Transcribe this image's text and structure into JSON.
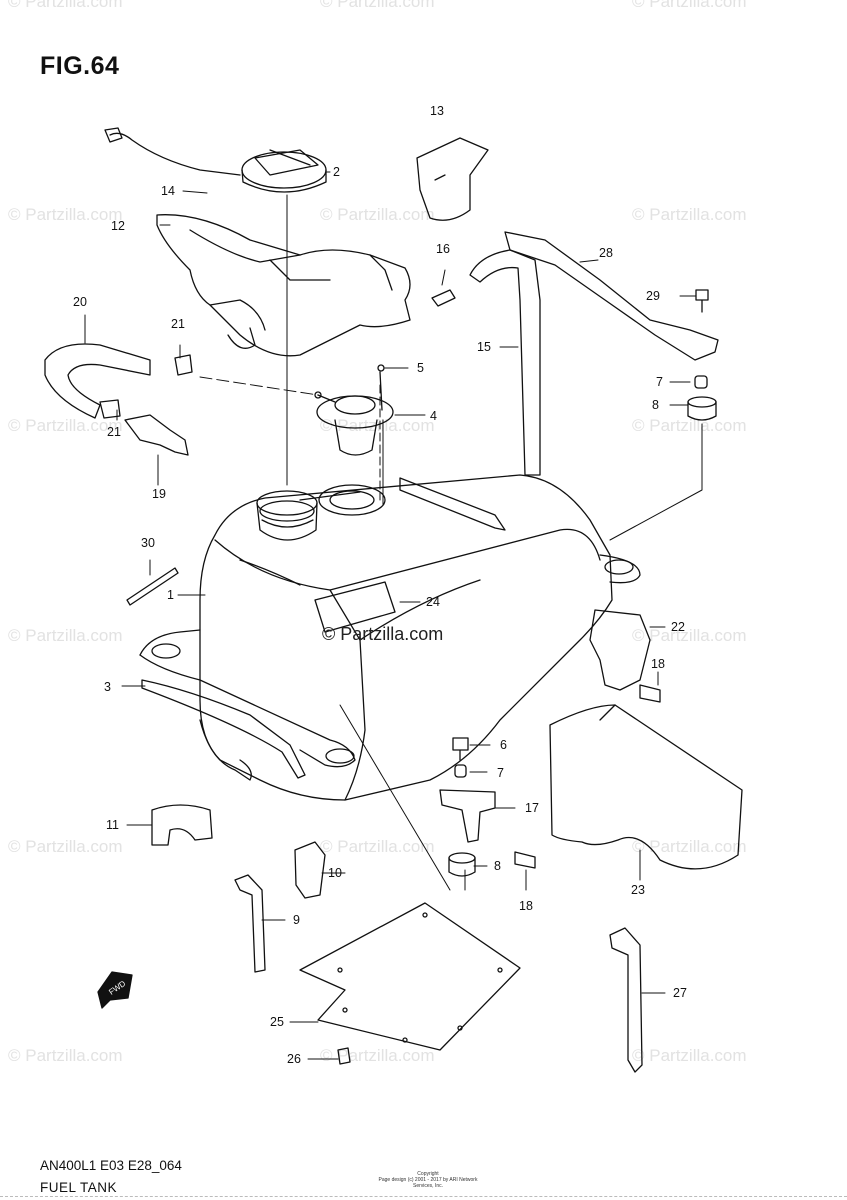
{
  "figure": {
    "title": "FIG.64",
    "code": "AN400L1 E03 E28_064",
    "name": "FUEL TANK"
  },
  "watermark": {
    "text": "© Partzilla.com",
    "center_text": "© Partzilla.com"
  },
  "copyright": {
    "line1": "Copyright",
    "line2": "Page design (c) 2001 - 2017 by ARI Network Services, Inc."
  },
  "fwd_label": "FWD",
  "callouts": [
    "1",
    "2",
    "3",
    "4",
    "5",
    "6",
    "7",
    "7",
    "8",
    "8",
    "9",
    "10",
    "11",
    "12",
    "13",
    "14",
    "15",
    "16",
    "17",
    "18",
    "18",
    "19",
    "20",
    "21",
    "21",
    "22",
    "23",
    "24",
    "25",
    "26",
    "27",
    "28",
    "29",
    "30"
  ],
  "colors": {
    "line": "#111111",
    "watermark": "#e2e2e2"
  }
}
